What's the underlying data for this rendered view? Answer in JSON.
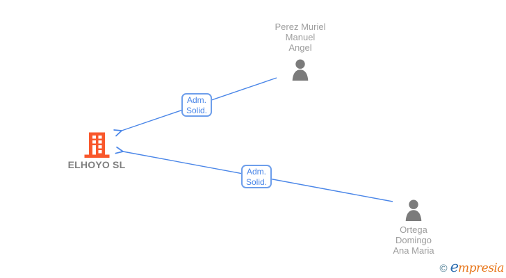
{
  "diagram": {
    "nodes": {
      "person_top": {
        "type": "person",
        "name_lines": [
          "Perez Muriel",
          "Manuel",
          "Angel"
        ]
      },
      "company": {
        "type": "company",
        "label": "ELHOYO SL"
      },
      "person_bottom": {
        "type": "person",
        "name_lines": [
          "Ortega",
          "Domingo",
          "Ana Maria"
        ]
      }
    },
    "edges": [
      {
        "from": "Perez Muriel Manuel Angel",
        "to": "ELHOYO SL",
        "label_lines": [
          "Adm.",
          "Solid."
        ]
      },
      {
        "from": "Ortega Domingo Ana Maria",
        "to": "ELHOYO SL",
        "label_lines": [
          "Adm.",
          "Solid."
        ]
      }
    ],
    "colors": {
      "edge_line": "#4a86e8",
      "edge_label_text": "#4a86e8",
      "edge_label_border": "#6d9eeb",
      "building": "#f9582c",
      "person_silhouette": "#7b7b7b",
      "person_name_text": "#9d9d9d",
      "company_label_text": "#7f7f7f"
    }
  },
  "footer": {
    "copyright_symbol": "©",
    "brand": "empresia",
    "brand_initial": "e",
    "brand_rest": "mpresia",
    "brand_colors": {
      "copyright": "#4e7e95",
      "initial": "#2b6cb0",
      "rest": "#e8771c"
    }
  }
}
